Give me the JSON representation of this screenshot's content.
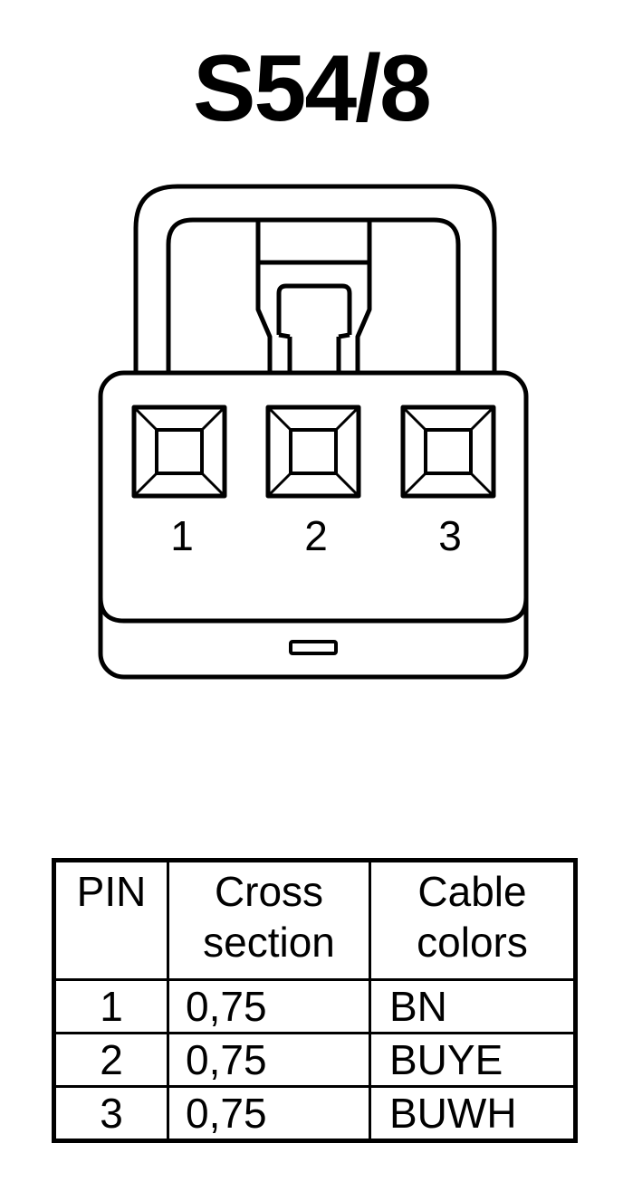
{
  "title": "S54/8",
  "connector": {
    "pins": [
      {
        "label": "1"
      },
      {
        "label": "2"
      },
      {
        "label": "3"
      }
    ]
  },
  "table": {
    "headers": {
      "pin": "PIN",
      "cross_line1": "Cross",
      "cross_line2": "section",
      "color_line1": "Cable",
      "color_line2": "colors"
    },
    "rows": [
      {
        "pin": "1",
        "cross_section": "0,75",
        "cable_color": "BN"
      },
      {
        "pin": "2",
        "cross_section": "0,75",
        "cable_color": "BUYE"
      },
      {
        "pin": "3",
        "cross_section": "0,75",
        "cable_color": "BUWH"
      }
    ]
  }
}
